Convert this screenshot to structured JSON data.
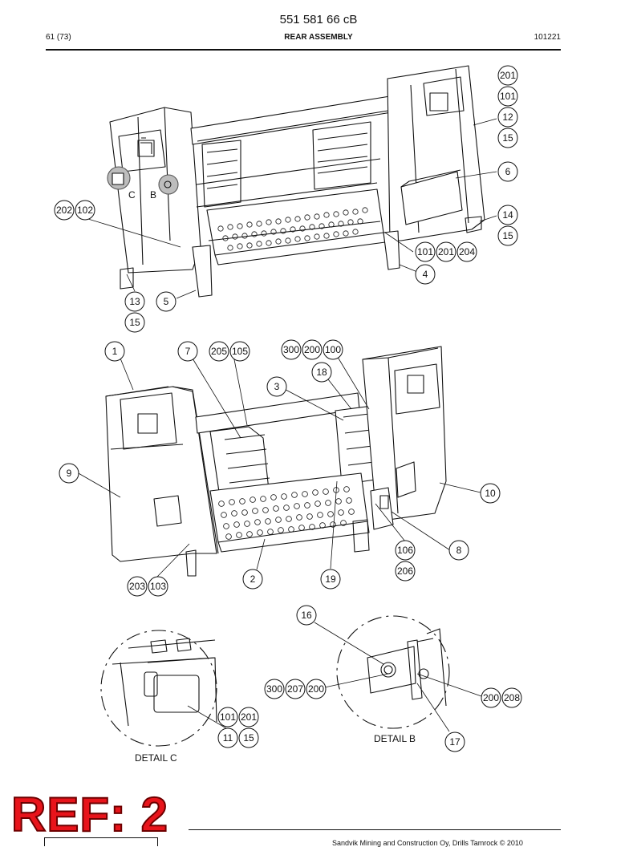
{
  "header": {
    "doc_code": "551 581 66 cB",
    "page": "61 (73)",
    "title": "REAR ASSEMBLY",
    "ref_code": "101221"
  },
  "callouts_top": [
    "201",
    "101",
    "12",
    "15",
    "6",
    "14",
    "15",
    "202",
    "102",
    "101",
    "201",
    "204",
    "4",
    "13",
    "5",
    "15"
  ],
  "callouts_middle": [
    "1",
    "7",
    "205",
    "105",
    "300",
    "200",
    "100",
    "18",
    "3",
    "9",
    "10",
    "8",
    "106",
    "206",
    "203",
    "103",
    "2",
    "19"
  ],
  "callouts_bottom": [
    "16",
    "300",
    "207",
    "200",
    "200",
    "208",
    "101",
    "201",
    "11",
    "15",
    "17"
  ],
  "detail_letters": [
    "C",
    "B"
  ],
  "detail_labels": {
    "c": "DETAIL  C",
    "b": "DETAIL  B"
  },
  "stamp": "REF: 2",
  "footer": {
    "text": "Sandvik Mining and Construction Oy, Drills Tamrock © 2010"
  }
}
